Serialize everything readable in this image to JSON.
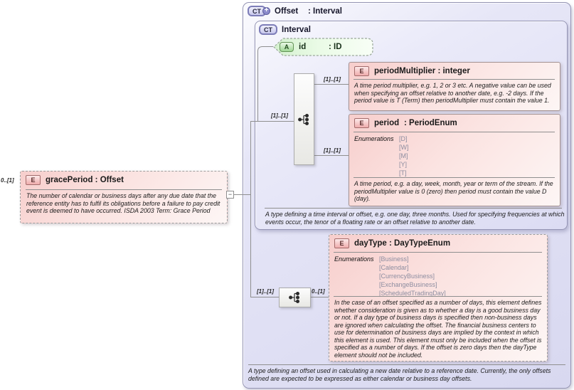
{
  "grace_period": {
    "cardinality": "0..[1]",
    "badge": "E",
    "name": "gracePeriod ",
    "type": ": Offset",
    "description": "The number of calendar or business days after any due date that the reference entity has to fulfil its obligations before a failure to pay credit event is deemed to have occurred. ISDA 2003 Term: Grace Period",
    "collapse_glyph": "−"
  },
  "offset": {
    "badge": "CT",
    "badge_plus": "+",
    "name": "Offset",
    "type": ": Interval",
    "footer": "A type defining an offset used in calculating a new date relative to a reference date. Currently, the only offsets defined are expected to be expressed as either calendar or business day offsets.",
    "sequence2_cardinality_in": "[1]..[1]",
    "interval": {
      "badge": "CT",
      "name": "Interval",
      "sequence1_cardinality_in": "[1]..[1]",
      "id_attribute": {
        "badge": "A",
        "name": "id",
        "type": ": ID"
      },
      "period_multiplier": {
        "badge": "E",
        "name": "periodMultiplier ",
        "type": ": integer",
        "cardinality": "[1]..[1]",
        "description": "A time period multiplier, e.g. 1, 2 or 3 etc. A negative value can be used when specifying an offset relative to another date, e.g. -2 days. If the period value is T (Term) then periodMultiplier must contain the value 1."
      },
      "period": {
        "badge": "E",
        "name": "period",
        "type": ": PeriodEnum",
        "cardinality": "[1]..[1]",
        "enumerations_label": "Enumerations",
        "enumerations": [
          "[D]",
          "[W]",
          "[M]",
          "[Y]",
          "[T]"
        ],
        "description": "A time period, e.g. a day, week, month, year or term of the stream. If the periodMultiplier value is 0 (zero) then period must contain the value D (day)."
      },
      "footer": "A type defining a time interval or offset, e.g. one day, three months. Used for specifying frequencies at which events occur, the tenor of a floating rate or an offset relative to another date."
    },
    "day_type": {
      "badge": "E",
      "name": "dayType ",
      "type": ": DayTypeEnum",
      "cardinality": "0..[1]",
      "enumerations_label": "Enumerations",
      "enumerations": [
        "[Business]",
        "[Calendar]",
        "[CurrencyBusiness]",
        "[ExchangeBusiness]",
        "[ScheduledTradingDay]"
      ],
      "description": "In the case of an offset specified as a number of days, this element defines whether consideration is given as to whether a day is a good business day or not. If a day type of business days is specified then non-business days are ignored when calculating the offset. The financial business centers to use for determination of business days are implied by the context in which this element is used. This element must only be included when the offset is specified as a number of days. If the offset is zero days then the dayType element should not be included."
    }
  }
}
